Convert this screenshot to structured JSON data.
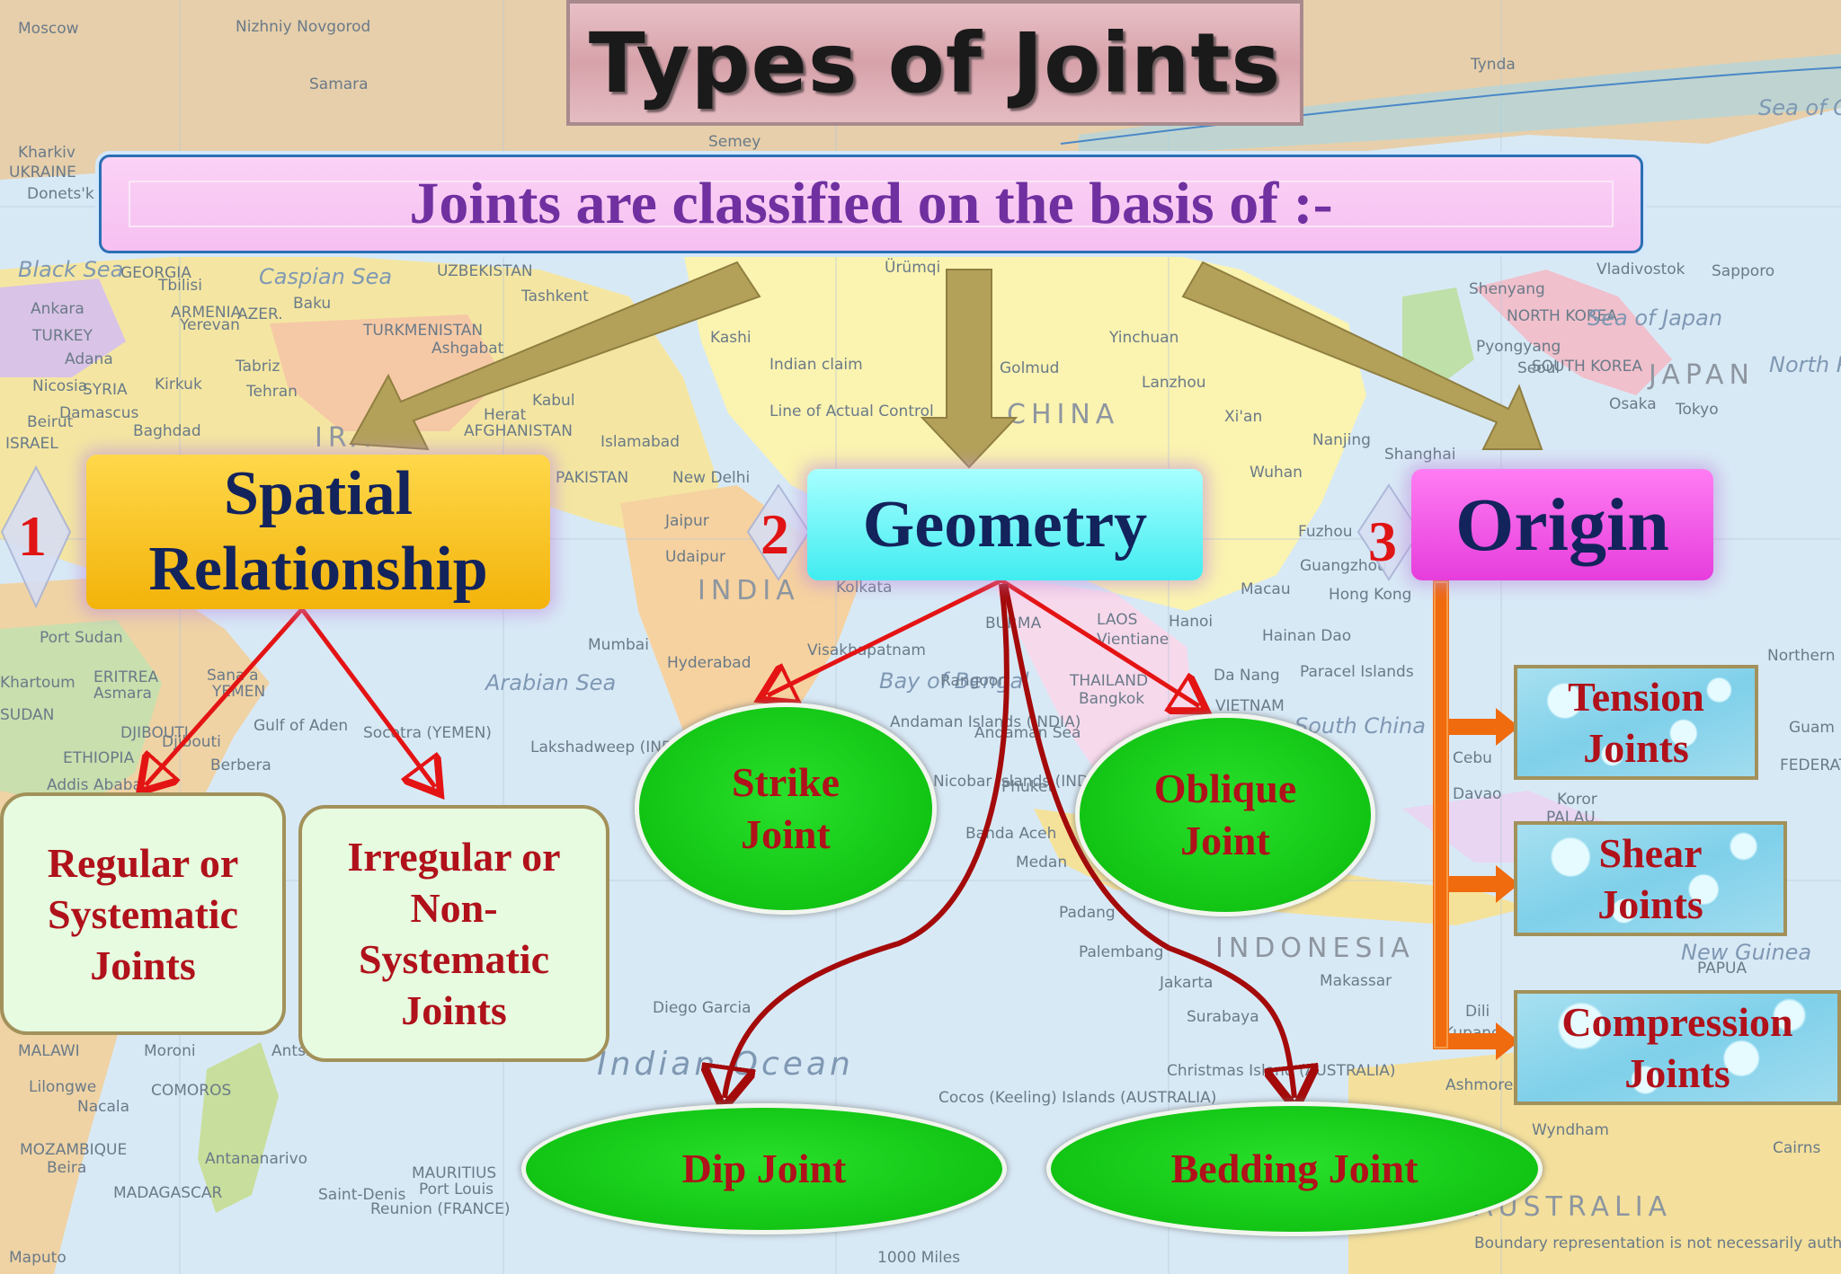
{
  "title": "Types of Joints",
  "subtitle": "Joints are classified on the basis of :-",
  "categories": [
    {
      "number": "1",
      "label_line1": "Spatial",
      "label_line2": "Relationship",
      "color": "#f7bd14"
    },
    {
      "number": "2",
      "label": "Geometry",
      "color": "#54f0f4"
    },
    {
      "number": "3",
      "label": "Origin",
      "color": "#f051e6"
    }
  ],
  "spatial_children": [
    {
      "lines": [
        "Regular or",
        "Systematic",
        "Joints"
      ]
    },
    {
      "lines": [
        "Irregular or",
        "Non-",
        "Systematic",
        "Joints"
      ]
    }
  ],
  "geometry_children": [
    {
      "lines": [
        "Strike",
        "Joint"
      ]
    },
    {
      "lines": [
        "Oblique",
        "Joint"
      ]
    },
    {
      "lines": [
        "Dip Joint"
      ]
    },
    {
      "lines": [
        "Bedding Joint"
      ]
    }
  ],
  "origin_children": [
    {
      "lines": [
        "Tension",
        "Joints"
      ]
    },
    {
      "lines": [
        "Shear",
        "Joints"
      ]
    },
    {
      "lines": [
        "Compression",
        "Joints"
      ]
    }
  ],
  "background_map": {
    "labels": [
      "Moscow",
      "Nizhniy Novgorod",
      "Samara",
      "Semey",
      "Tynda",
      "Sea of Okhotsk",
      "Kharkiv",
      "UKRAINE",
      "Donets'k",
      "Black Sea",
      "GEORGIA",
      "Tbilisi",
      "Caspian Sea",
      "Baku",
      "UZBEKISTAN",
      "Tashkent",
      "Ürümqi",
      "Shenyang",
      "Vladivostok",
      "Sapporo",
      "Ankara",
      "TURKEY",
      "Adana",
      "Yerevan",
      "ARMENIA",
      "AZER.",
      "TURKMENISTAN",
      "Ashgabat",
      "Kashi",
      "Yinchuan",
      "NORTH KOREA",
      "Sea of Japan",
      "Pyongyang",
      "Seoul",
      "SOUTH KOREA",
      "JAPAN",
      "North Pacific Ocean",
      "Tabriz",
      "Tehran",
      "Kirkuk",
      "Damascus",
      "Nicosia",
      "SYRIA",
      "Beirut",
      "ISRAEL",
      "Baghdad",
      "IRAN",
      "Herat",
      "Kabul",
      "AFGHANISTAN",
      "Islamabad",
      "Indian claim",
      "Line of Actual Control",
      "Golmud",
      "Lanzhou",
      "Xi'an",
      "Osaka",
      "Tokyo",
      "CHINA",
      "Nanjing",
      "Wuhan",
      "Shanghai",
      "PAKISTAN",
      "New Delhi",
      "Jaipur",
      "Udaipur",
      "INDIA",
      "Kolkata",
      "Fuzhou",
      "Guangzhou",
      "Macau",
      "Hong Kong",
      "Port Sudan",
      "Khartoum",
      "ERITREA",
      "Asmara",
      "Sana'a",
      "YEMEN",
      "SUDAN",
      "Gulf of Aden",
      "DJIBOUTI",
      "Djibouti",
      "Berbera",
      "Socotra (YEMEN)",
      "ETHIOPIA",
      "Addis Ababa",
      "Mumbai",
      "Arabian Sea",
      "Hyderabad",
      "Visakhapatnam",
      "Bay of Bengal",
      "Rangoon",
      "BURMA",
      "LAOS",
      "Vientiane",
      "Hanoi",
      "Hainan Dao",
      "Paracel Islands",
      "Da Nang",
      "THAILAND",
      "Bangkok",
      "VIETNAM",
      "South China Sea",
      "Lakshadweep (INDIA)",
      "Andaman Islands (INDIA)",
      "Andaman Sea",
      "Nicobar Islands (INDIA)",
      "Banda Aceh",
      "Phuket",
      "Medan",
      "Cebu",
      "Davao",
      "Koror",
      "PALAU",
      "Padang",
      "Palembang",
      "Jakarta",
      "Surabaya",
      "Makassar",
      "INDONESIA",
      "New Guinea",
      "PAPUA",
      "Diego Garcia",
      "Indian Ocean",
      "Christmas Island (AUSTRALIA)",
      "Ashmore and Cartier Islands",
      "Dili",
      "Kupang",
      "Wyndham",
      "Cairns",
      "Cocos (Keeling) Islands (AUSTRALIA)",
      "MALAWI",
      "Moroni",
      "COMOROS",
      "Lilongwe",
      "Nacala",
      "MOZAMBIQUE",
      "Beira",
      "Antananarivo",
      "MADAGASCAR",
      "Antsiranana",
      "Saint-Denis",
      "Reunion (FRANCE)",
      "MAURITIUS",
      "Port Louis",
      "AUSTRALIA",
      "Maputo",
      "Northern Mariana Islands",
      "Guam",
      "FEDERATED STATES OF MICRONESIA",
      "1000 Miles",
      "Boundary representation is not necessarily authoritative."
    ]
  },
  "colors": {
    "connector_red": "#e41414",
    "connector_darkred": "#a40a0a",
    "arrow_khaki": "#b3a15a",
    "origin_orange": "#f06a0e",
    "leaf_text": "#b0111a",
    "category_text": "#13235c"
  }
}
